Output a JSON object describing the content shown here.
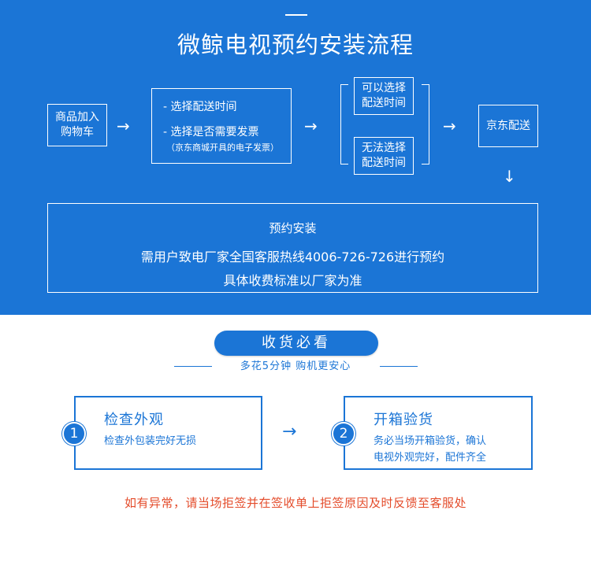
{
  "header": {
    "title": "微鲸电视预约安装流程"
  },
  "flow": {
    "cart": [
      "商品加入",
      "购物车"
    ],
    "select": {
      "line1": "- 选择配送时间",
      "line2": "- 选择是否需要发票",
      "line3": "（京东商城开具的电子发票）"
    },
    "delivery_ok": [
      "可以选择",
      "配送时间"
    ],
    "delivery_no": [
      "无法选择",
      "配送时间"
    ],
    "jd_delivery": "京东配送",
    "arrow_right": "→",
    "arrow_down": "↓",
    "install": {
      "title": "预约安装",
      "line1": "需用户致电厂家全国客服热线4006-726-726进行预约",
      "line2": "具体收费标准以厂家为准"
    }
  },
  "receive": {
    "badge": "收货必看",
    "subtitle": "多花5分钟 购机更安心",
    "step1": {
      "number": "1",
      "title": "检查外观",
      "desc": "检查外包装完好无损"
    },
    "step2": {
      "number": "2",
      "title": "开箱验货",
      "desc_line1": "务必当场开箱验货，确认",
      "desc_line2": "电视外观完好，配件齐全"
    },
    "arrow": "→",
    "warning": "如有异常，请当场拒签并在签收单上拒签原因及时反馈至客服处"
  },
  "colors": {
    "brand_blue": "#1b75d6",
    "warning_red": "#e44c2b",
    "background": "#ffffff"
  }
}
